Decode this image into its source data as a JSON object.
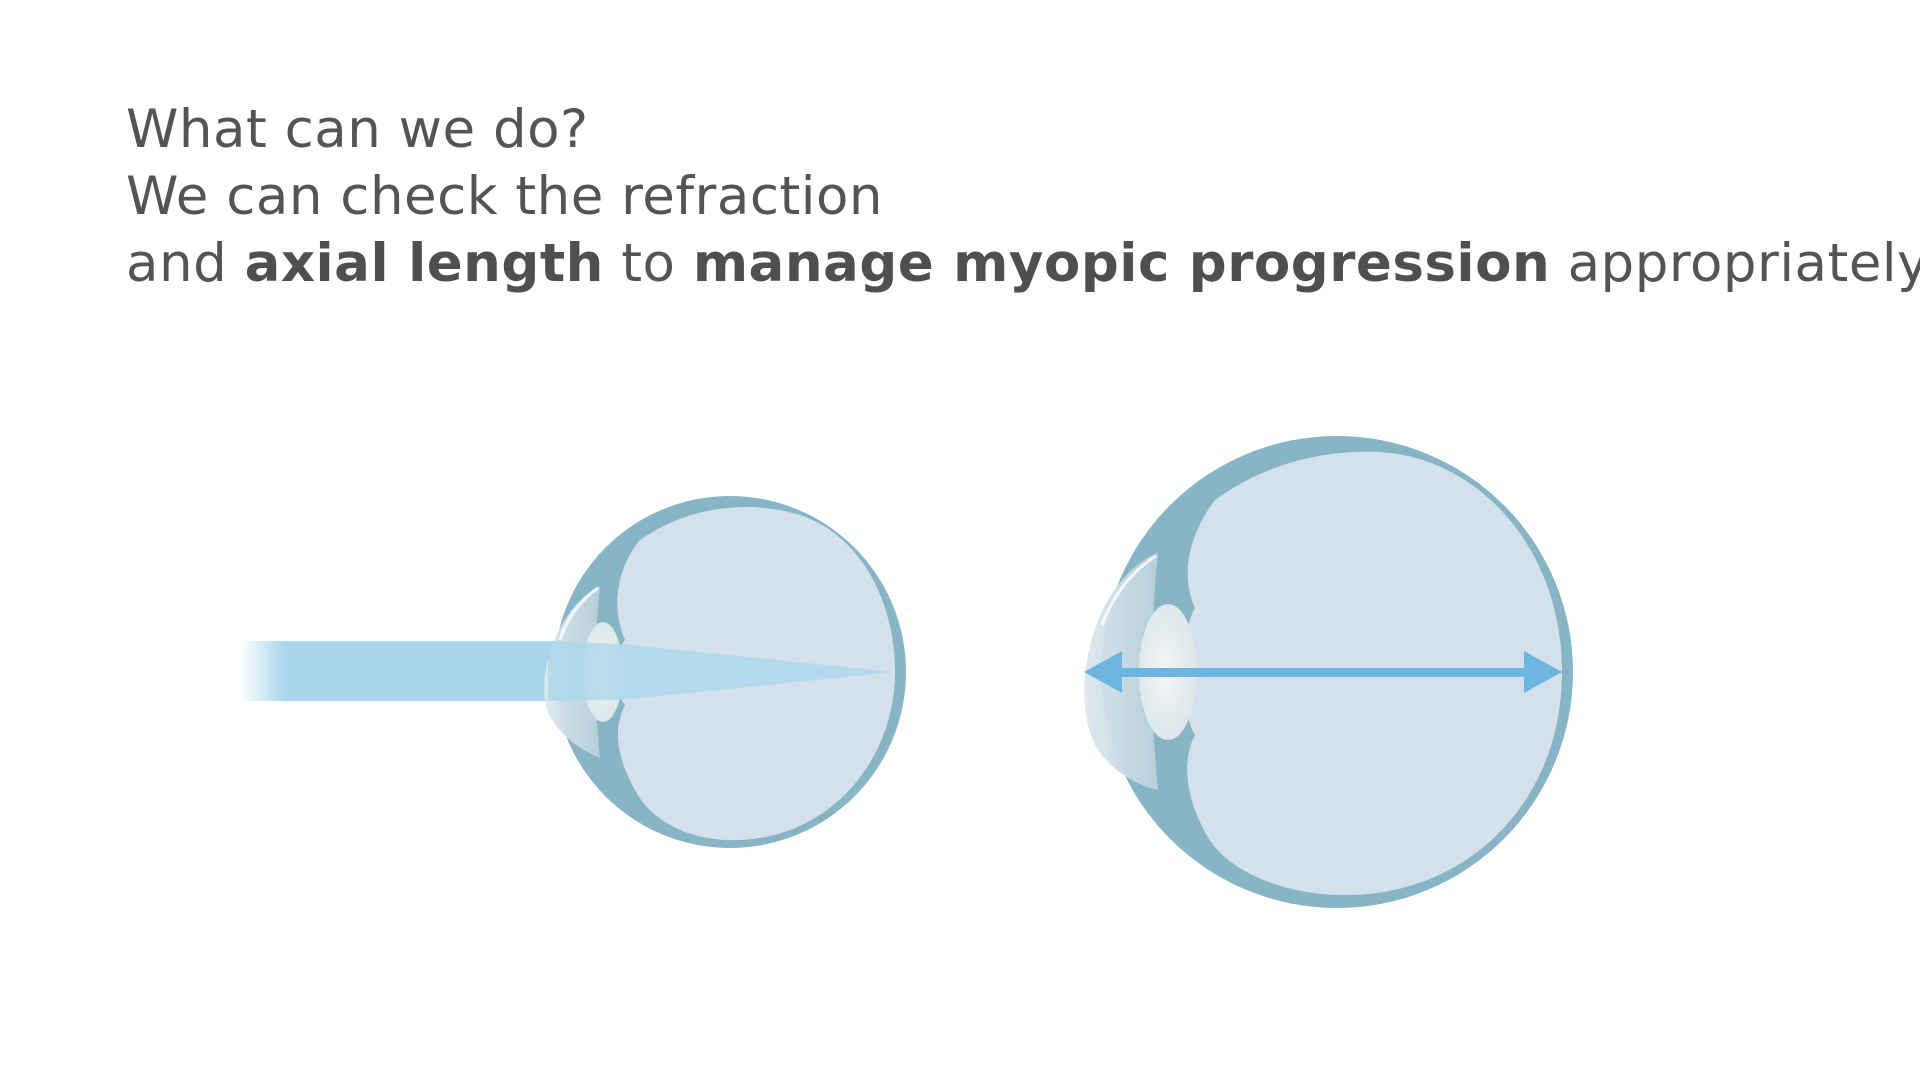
{
  "headline": {
    "line1": "What can we do?",
    "line2": "We can check the refraction",
    "line3_part1": "and ",
    "line3_bold1": "axial length",
    "line3_part2": " to ",
    "line3_bold2": "manage myopic progression",
    "line3_part3": " appropriately."
  },
  "colors": {
    "text": "#545454",
    "sclera": "#87b5c6",
    "vitreous": "#d4e1ea",
    "cornea": "#c9dbe5",
    "lens": "#e8eef0",
    "light_beam": "#a9d6ec",
    "arrow": "#6cb6e0"
  },
  "icons": {
    "normal_eye": "eye-cross-section-normal-icon",
    "elongated_eye": "eye-cross-section-myopic-icon",
    "light_beam": "light-beam-icon",
    "axial_arrow": "double-arrow-icon"
  }
}
